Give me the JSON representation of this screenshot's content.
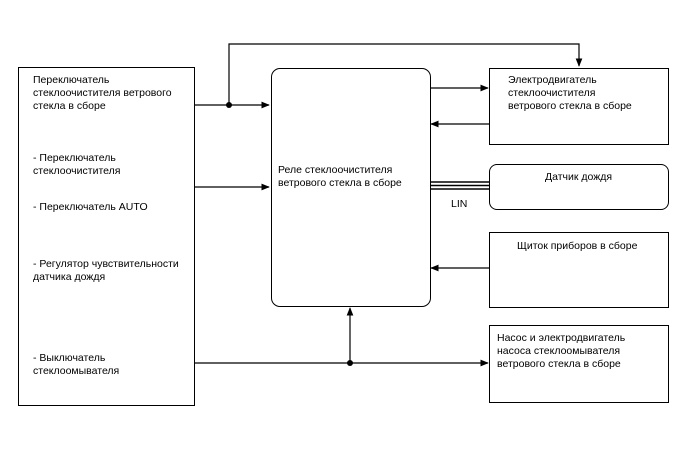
{
  "switch_assembly": {
    "title": "Переключатель\nстеклоочистителя ветрового\nстекла в сборе",
    "item_wiper_switch": "- Переключатель\nстеклоочистителя",
    "item_auto_switch": "- Переключатель AUTO",
    "item_sensitivity": "- Регулятор чувствительности\nдатчика дождя",
    "item_washer_switch": "- Выключатель\nстеклоомывателя"
  },
  "relay": {
    "label": "Реле стеклоочистителя\nветрового стекла в сборе"
  },
  "wiper_motor": {
    "label": "Электродвигатель\nстеклоочистителя\nветрового стекла в сборе"
  },
  "rain_sensor": {
    "label": "Датчик дождя"
  },
  "bus": {
    "label": "LIN"
  },
  "combination_meter": {
    "label": "Щиток приборов в сборе"
  },
  "washer_pump": {
    "label": "Насос и электродвигатель\nнасоса стеклоомывателя\nветрового стекла в сборе"
  },
  "colors": {
    "line": "#000000",
    "background": "#ffffff"
  }
}
